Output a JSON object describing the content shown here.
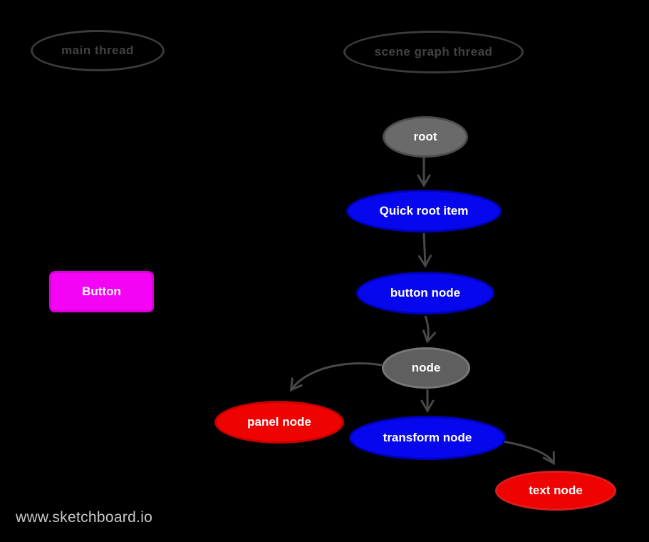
{
  "app": {
    "watermark": "www.sketchboard.io"
  },
  "colors": {
    "background": "#000000",
    "arrow": "#484848",
    "thread_outline": "#3b3b3b",
    "thread_label": "#424242",
    "node_label": "#ffffff",
    "watermark": "#c8c8c8"
  },
  "threads": {
    "main": {
      "label": "main thread"
    },
    "scene_graph": {
      "label": "scene graph thread"
    }
  },
  "button": {
    "label": "Button",
    "fill": "#f503f5",
    "border": "#d800d8"
  },
  "nodes": {
    "root": {
      "label": "root",
      "fill": "#6a6a6a",
      "border": "#4c4c4c"
    },
    "quick_root_item": {
      "label": "Quick root item",
      "fill": "#0707ee",
      "border": "#0000b8"
    },
    "button_node": {
      "label": "button node",
      "fill": "#0707ee",
      "border": "#0000b8"
    },
    "node": {
      "label": "node",
      "fill": "#5f5f5f",
      "border": "#787878"
    },
    "panel_node": {
      "label": "panel node",
      "fill": "#ee0202",
      "border": "#c40000"
    },
    "transform_node": {
      "label": "transform node",
      "fill": "#0707ee",
      "border": "#0000b8"
    },
    "text_node": {
      "label": "text node",
      "fill": "#ee0202",
      "border": "#d81f1f"
    }
  },
  "edges": [
    {
      "from": "root",
      "to": "Quick root item"
    },
    {
      "from": "Quick root item",
      "to": "button node"
    },
    {
      "from": "button node",
      "to": "node"
    },
    {
      "from": "node",
      "to": "panel node"
    },
    {
      "from": "node",
      "to": "transform node"
    },
    {
      "from": "transform node",
      "to": "text node"
    }
  ]
}
